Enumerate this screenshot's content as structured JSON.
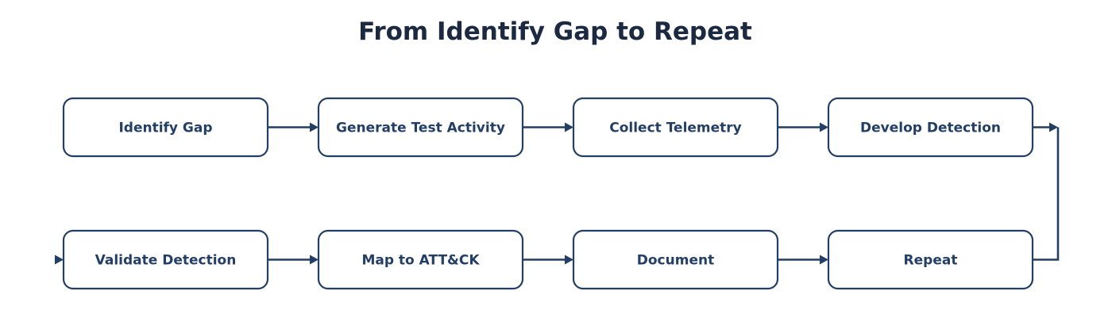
{
  "title": "From Identify Gap to Repeat",
  "colors": {
    "stroke": "#243f66",
    "title_text": "#1b2a41",
    "node_fill": "#ffffff",
    "background": "#ffffff"
  },
  "steps": [
    {
      "label": "Identify Gap"
    },
    {
      "label": "Generate Test Activity"
    },
    {
      "label": "Collect Telemetry"
    },
    {
      "label": "Develop Detection"
    },
    {
      "label": "Repeat"
    },
    {
      "label": "Document"
    },
    {
      "label": "Map to ATT&CK"
    },
    {
      "label": "Validate Detection"
    }
  ]
}
